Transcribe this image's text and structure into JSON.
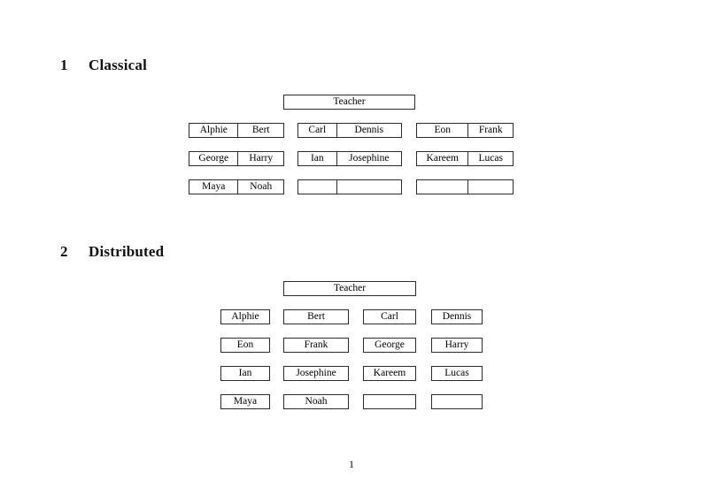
{
  "document": {
    "page_number": "1",
    "teacher_label": "Teacher"
  },
  "sections": [
    {
      "number": "1",
      "title": "Classical",
      "teacher": "Teacher",
      "layout": "three column-groups, each a 2-column table with 3 rows",
      "groups": [
        {
          "rows": [
            [
              "Alphie",
              "Bert"
            ],
            [
              "George",
              "Harry"
            ],
            [
              "Maya",
              "Noah"
            ]
          ]
        },
        {
          "rows": [
            [
              "Carl",
              "Dennis"
            ],
            [
              "Ian",
              "Josephine"
            ],
            [
              "",
              ""
            ]
          ]
        },
        {
          "rows": [
            [
              "Eon",
              "Frank"
            ],
            [
              "Kareem",
              "Lucas"
            ],
            [
              "",
              ""
            ]
          ]
        }
      ]
    },
    {
      "number": "2",
      "title": "Distributed",
      "teacher": "Teacher",
      "layout": "four columns of individual boxes, four rows",
      "rows": [
        [
          "Alphie",
          "Bert",
          "Carl",
          "Dennis"
        ],
        [
          "Eon",
          "Frank",
          "George",
          "Harry"
        ],
        [
          "Ian",
          "Josephine",
          "Kareem",
          "Lucas"
        ],
        [
          "Maya",
          "Noah",
          "",
          ""
        ]
      ]
    }
  ],
  "colors": {
    "page_background": "#ffffff",
    "text": "#000000",
    "box_border": "#2b2b2b"
  }
}
